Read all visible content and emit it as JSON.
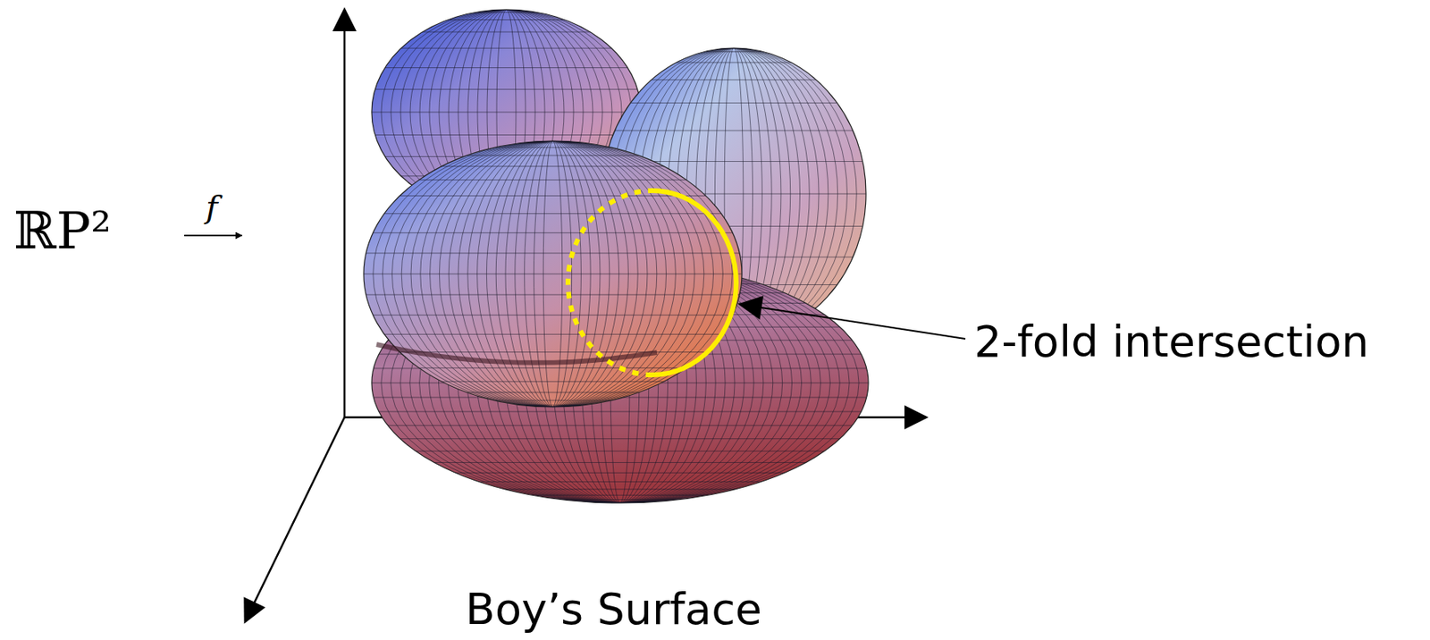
{
  "diagram": {
    "caption": "Boy’s Surface",
    "labels": [
      "ℝP²",
      "f",
      "2-fold intersection"
    ]
  }
}
